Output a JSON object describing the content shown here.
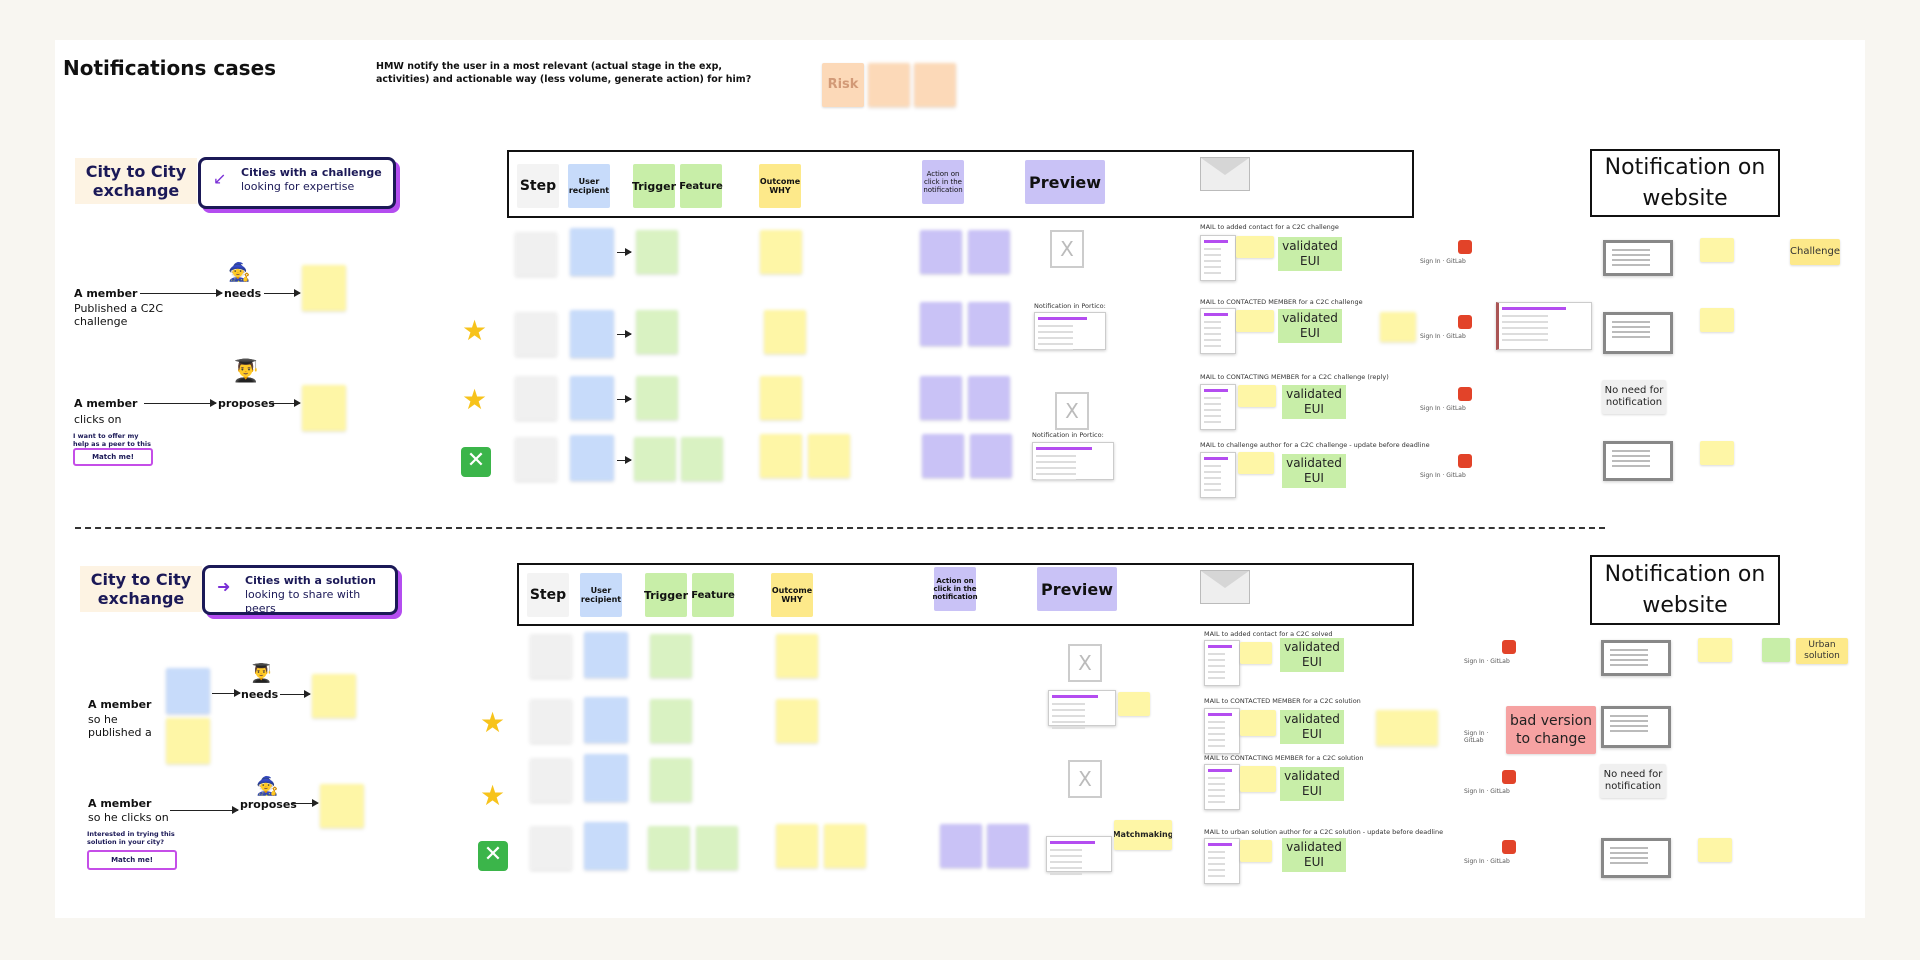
{
  "page": {
    "title": "Notifications cases",
    "hmw": "HMW notify the user in a most relevant (actual stage in the exp, activities) and actionable way (less volume, generate action) for him?",
    "risk_label": "Risk",
    "risk_notes": [
      "",
      ""
    ]
  },
  "section1": {
    "city_title": "City to City exchange",
    "card_title": "Cities with a challenge",
    "card_subtitle": "looking for expertise",
    "headers": {
      "step": "Step",
      "user_recipient": "User recipient",
      "trigger": "Trigger",
      "feature": "Feature",
      "outcome_why": "Outcome WHY",
      "action_on_click": "Action on click in the notification",
      "preview": "Preview"
    },
    "website_header": "Notification on website",
    "flow1": {
      "actor": "A member",
      "desc": "Published  a C2C challenge",
      "verb": "needs"
    },
    "flow2": {
      "actor": "A member",
      "desc": "clicks on",
      "verb": "proposes",
      "cta_text": "I want to offer my help as a peer to this city",
      "cta_button": "Match me!"
    },
    "emails": [
      "MAIL to added contact for a C2C challenge",
      "MAIL to CONTACTED MEMBER for a C2C challenge",
      "MAIL to CONTACTING MEMBER for a C2C challenge (reply)",
      "MAIL to challenge author for a C2C challenge - update before deadline"
    ],
    "validated": [
      "validated EUI",
      "validated EUI",
      "validated EUI",
      "validated EUI"
    ],
    "preview_labels": [
      "Notification in Portico:",
      "Notification in Portico:"
    ],
    "no_need": "No need for notification",
    "tag": "Challenge",
    "signin": "Sign In · GitLab"
  },
  "section2": {
    "city_title": "City to City exchange",
    "card_title": "Cities with a solution",
    "card_subtitle": "looking to share with peers",
    "headers": {
      "step": "Step",
      "user_recipient": "User recipient",
      "trigger": "Trigger",
      "feature": "Feature",
      "outcome_why": "Outcome WHY",
      "action_on_click": "Action on click in the notification",
      "preview": "Preview"
    },
    "website_header": "Notification on website",
    "flow1": {
      "actor": "A member",
      "desc": "so he published a",
      "verb": "needs"
    },
    "flow2": {
      "actor": "A member",
      "desc": "so he clicks on",
      "verb": "proposes",
      "cta_text": "Interested in trying this solution in your city?",
      "cta_button": "Match me!"
    },
    "emails": [
      "MAIL to added contact for a C2C solved",
      "MAIL to CONTACTED MEMBER for a C2C solution",
      "MAIL to CONTACTING MEMBER for a C2C solution",
      "MAIL to urban solution author for a C2C solution - update before deadline"
    ],
    "validated": [
      "validated EUI",
      "validated EUI",
      "validated EUI",
      "validated EUI"
    ],
    "bad_version": "bad version to change",
    "no_need": "No need for notification",
    "tag": "Urban solution",
    "matchmaking": "Matchmaking",
    "signin": "Sign In · GitLab"
  },
  "colors": {
    "navy": "#1b1957",
    "purple_accent": "#b44df0",
    "validated_green": "#c8eea8",
    "bad_red": "#f6a2a2"
  },
  "icons": [
    "star-icon",
    "cross-mark-icon",
    "envelope-icon",
    "person-emoji-icon",
    "graduate-emoji-icon"
  ]
}
